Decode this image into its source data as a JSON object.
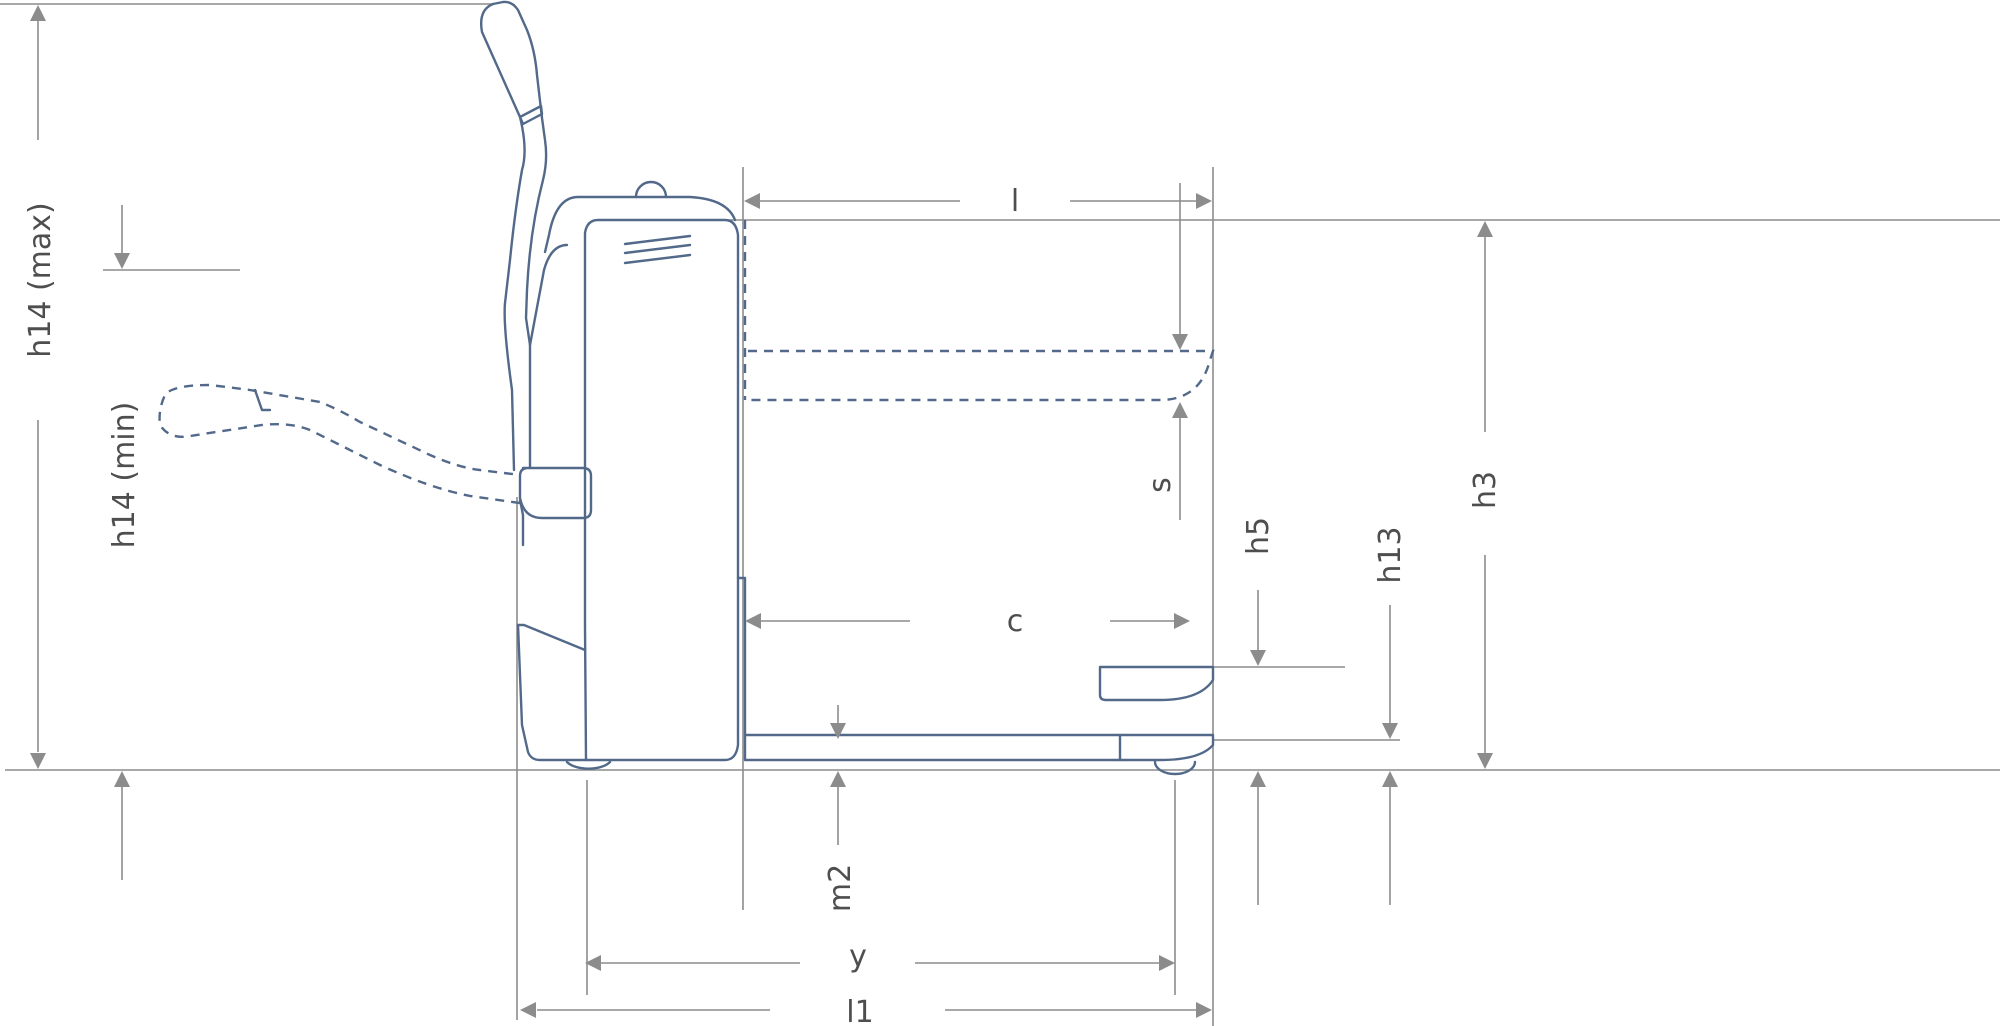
{
  "labels": {
    "h14_max": "h14 (max)",
    "h14_min": "h14 (min)",
    "l": "l",
    "s": "s",
    "c": "c",
    "h5": "h5",
    "h13": "h13",
    "h3": "h3",
    "m2": "m2",
    "y": "y",
    "l1": "l1"
  },
  "colors": {
    "outline": "#52698a",
    "dimension": "#8c8c8c",
    "text": "#4e4e4e"
  }
}
